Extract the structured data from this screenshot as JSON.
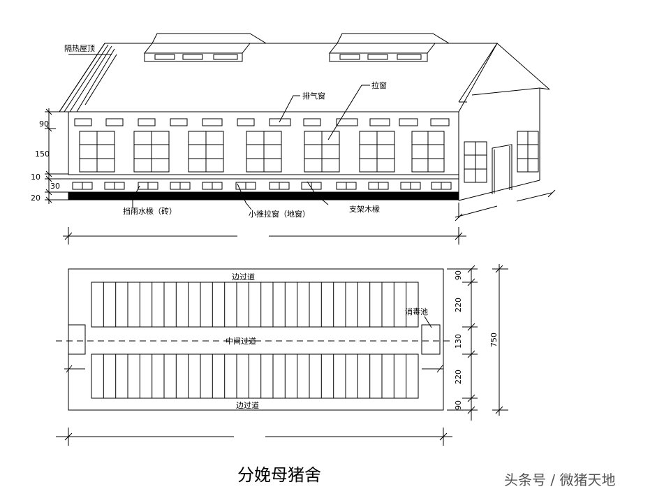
{
  "labels": {
    "roof": "隔热屋顶",
    "exhaust_window": "排气窗",
    "pull_window": "拉窗",
    "rain_eave": "挡雨水椽（砖）",
    "small_window": "小推拉窗（地窗）",
    "wood_rafter": "支架木椽"
  },
  "elevation_dims": {
    "d90": "90",
    "d150": "150",
    "d10": "10",
    "d30": "30",
    "d20": "20"
  },
  "plan": {
    "top_aisle": "边过道",
    "middle_aisle": "中间过道",
    "bottom_aisle": "边过道",
    "disinfection_pool": "消毒池"
  },
  "plan_dims": {
    "d90a": "90",
    "d220a": "220",
    "d130": "130",
    "d220b": "220",
    "d90b": "90",
    "d750": "750"
  },
  "caption": "分娩母猪舍",
  "watermark": "头条号 / 微猪天地"
}
